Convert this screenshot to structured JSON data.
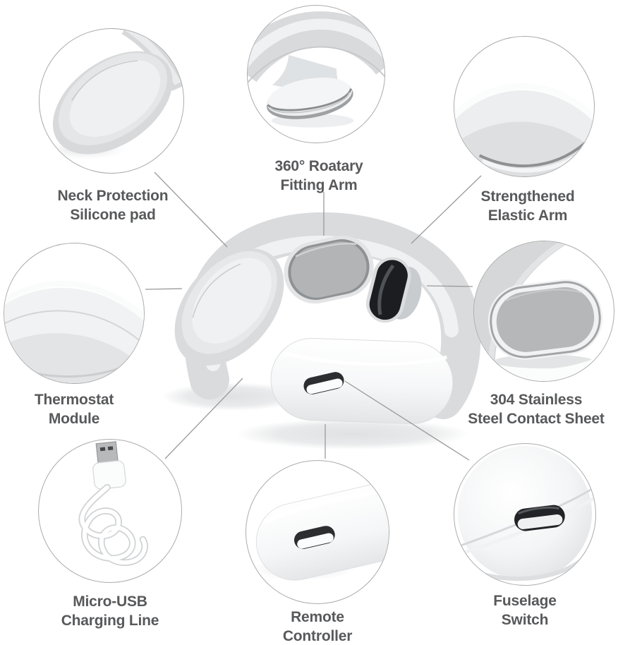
{
  "theme": {
    "background": "#ffffff",
    "label_color": "#58595b",
    "line_color": "#9a9a9a",
    "circle_border_color": "#ababab",
    "metal_gray": "#b2b4b6",
    "dark_slot": "#2b2d30"
  },
  "callouts": [
    {
      "id": "neck-protection-pad",
      "icon": "silicone-pad-photo",
      "label_line1": "Neck Protection",
      "label_line2": "Silicone pad"
    },
    {
      "id": "rotary-fitting-arm",
      "icon": "rotary-arm-photo",
      "label_line1": "360° Roatary",
      "label_line2": "Fitting Arm"
    },
    {
      "id": "elastic-arm",
      "icon": "elastic-arm-photo",
      "label_line1": "Strengthened",
      "label_line2": "Elastic Arm"
    },
    {
      "id": "thermostat-module",
      "icon": "thermostat-module-photo",
      "label_line1": "Thermostat",
      "label_line2": "Module"
    },
    {
      "id": "contact-sheet",
      "icon": "contact-sheet-photo",
      "label_line1": "304 Stainless",
      "label_line2": "Steel Contact Sheet"
    },
    {
      "id": "charging-line",
      "icon": "usb-cable-photo",
      "label_line1": "Micro-USB",
      "label_line2": "Charging Line"
    },
    {
      "id": "remote-controller",
      "icon": "remote-controller-photo",
      "label_line1": "Remote",
      "label_line2": "Controller"
    },
    {
      "id": "fuselage-switch",
      "icon": "fuselage-switch-photo",
      "label_line1": "Fuselage",
      "label_line2": "Switch"
    }
  ]
}
